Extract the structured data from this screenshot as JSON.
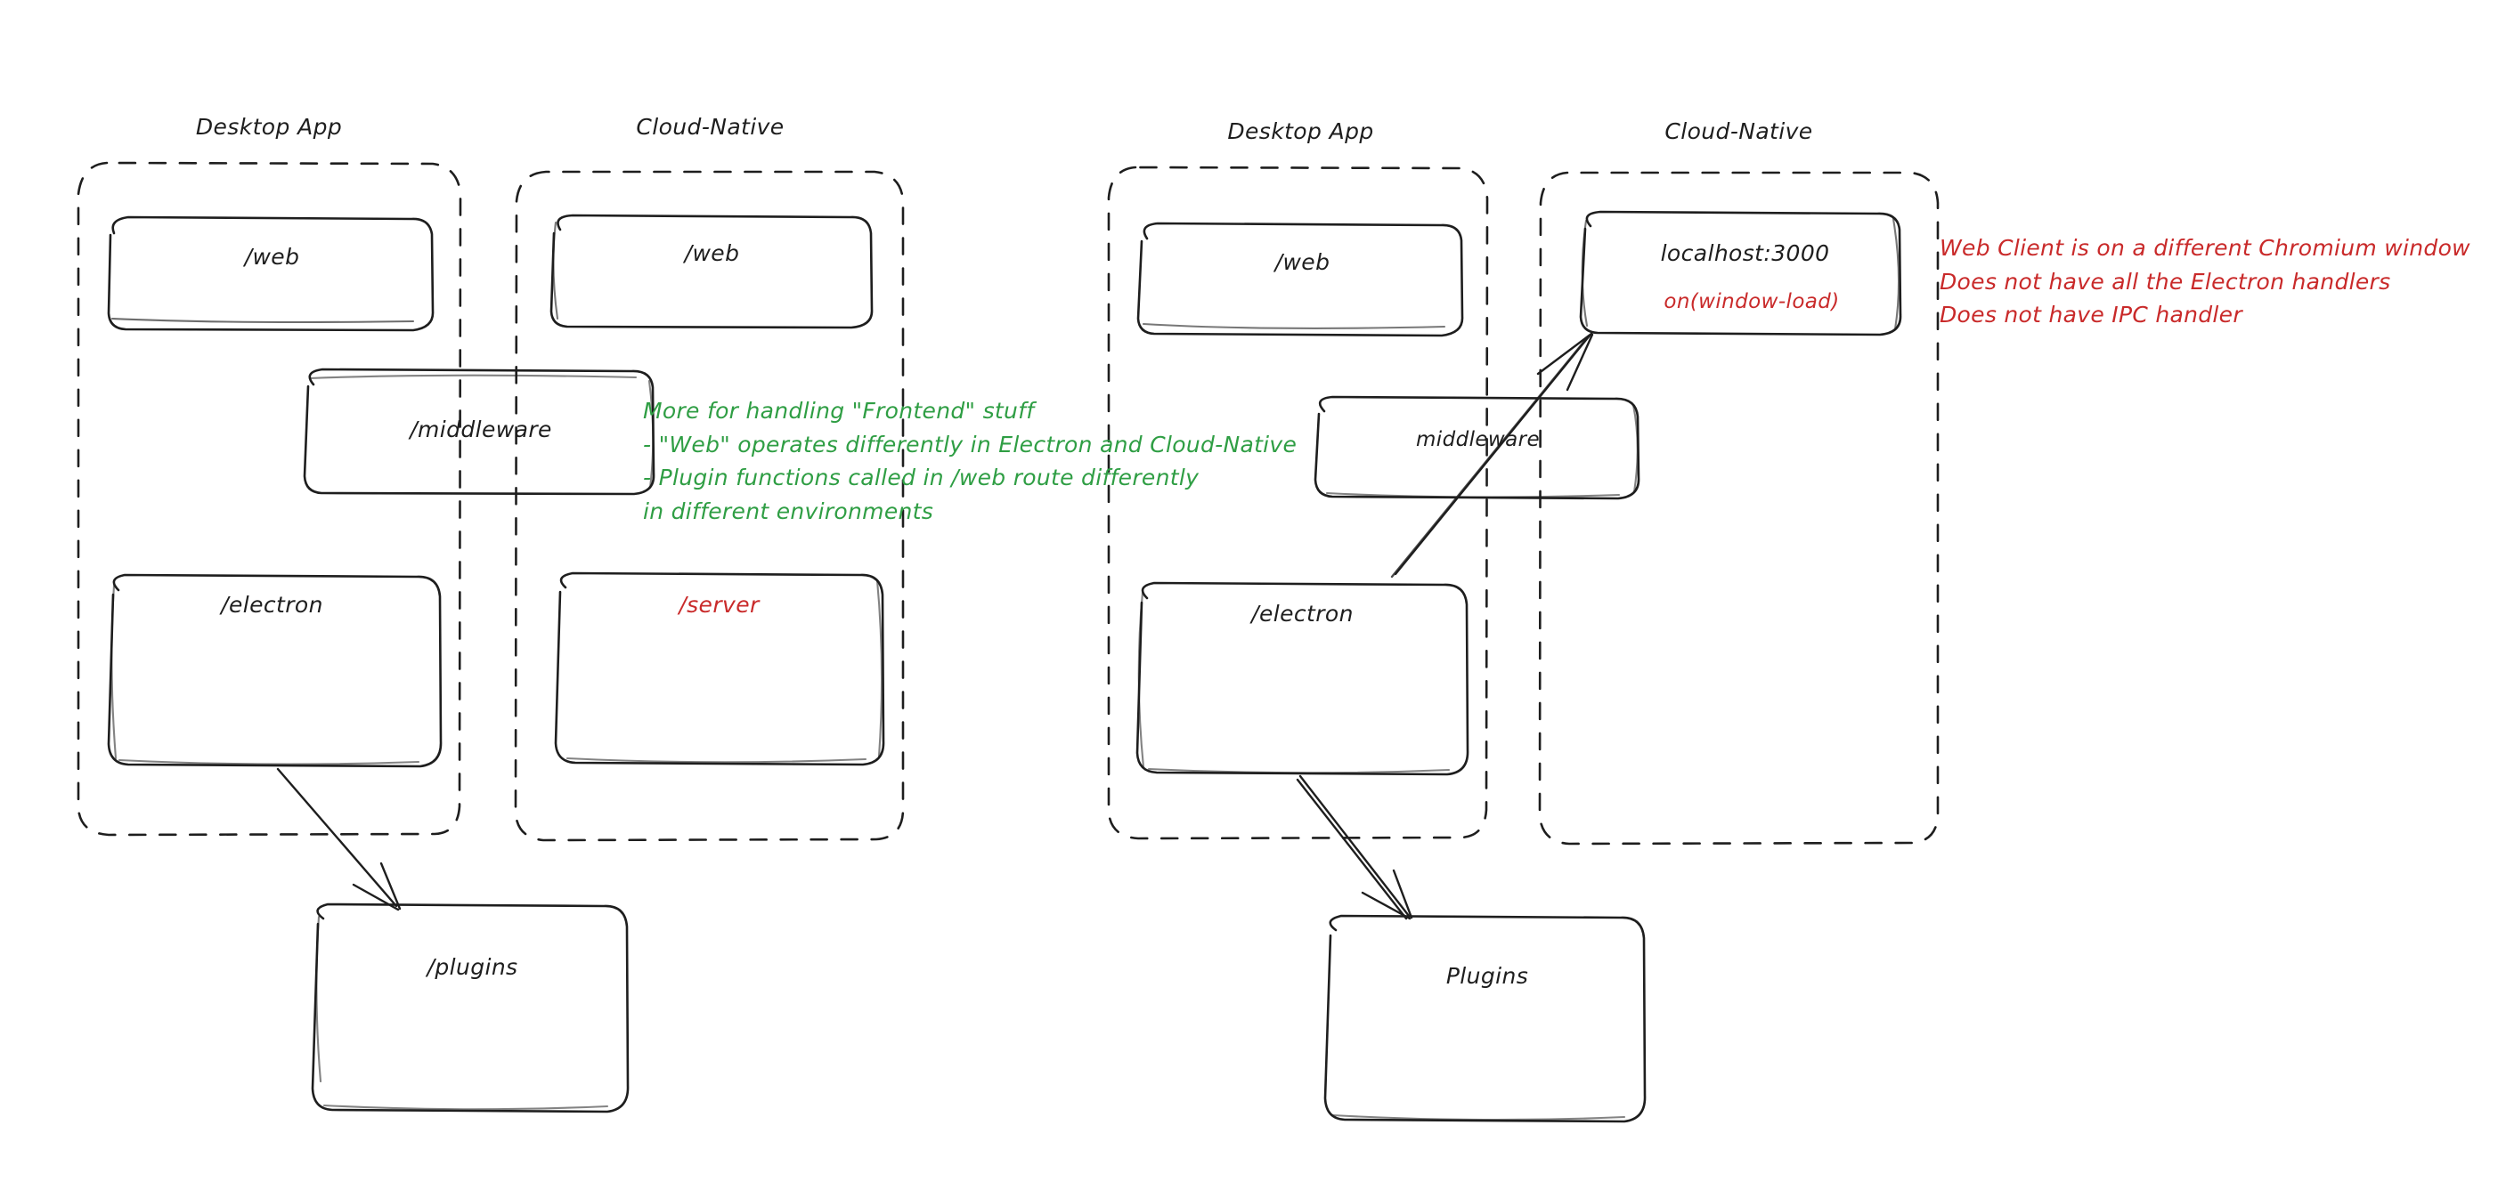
{
  "diagram": {
    "title_left_group_1": "Desktop App",
    "title_left_group_2": "Cloud-Native",
    "title_right_group_1": "Desktop App",
    "title_right_group_2": "Cloud-Native",
    "colors": {
      "ink": "#1e1e1e",
      "green": "#2f9e44",
      "red": "#c92a2a",
      "background": "#ffffff"
    },
    "left_diagram": {
      "desktop_app": {
        "label": "Desktop App",
        "nodes": [
          {
            "label": "/web",
            "color": "#1e1e1e"
          },
          {
            "label": "/electron",
            "color": "#1e1e1e"
          }
        ]
      },
      "cloud_native": {
        "label": "Cloud-Native",
        "nodes": [
          {
            "label": "/web",
            "color": "#1e1e1e"
          },
          {
            "label": "/server",
            "color": "#c92a2a"
          }
        ]
      },
      "shared": [
        {
          "label": "/middleware",
          "color": "#1e1e1e"
        }
      ],
      "bottom": [
        {
          "label": "/plugins",
          "color": "#1e1e1e"
        }
      ],
      "annotation_green": "More for handling \"Frontend\" stuff\n- \"Web\" operates differently in Electron and Cloud-Native\n- Plugin functions called in /web route differently\nin different environments"
    },
    "right_diagram": {
      "desktop_app": {
        "label": "Desktop App",
        "nodes": [
          {
            "label": "/web",
            "color": "#1e1e1e"
          },
          {
            "label": "/electron",
            "color": "#1e1e1e"
          }
        ]
      },
      "cloud_native": {
        "label": "Cloud-Native",
        "nodes": [
          {
            "label": "localhost:3000",
            "sublabel": "on(window-load)",
            "color": "#1e1e1e",
            "sublabel_color": "#c92a2a"
          }
        ]
      },
      "shared": [
        {
          "label": "middleware",
          "color": "#1e1e1e"
        }
      ],
      "bottom": [
        {
          "label": "Plugins",
          "color": "#1e1e1e"
        }
      ],
      "annotation_red": "Web Client is on a different Chromium window\nDoes not have all the Electron handlers\nDoes not have IPC handler"
    }
  }
}
